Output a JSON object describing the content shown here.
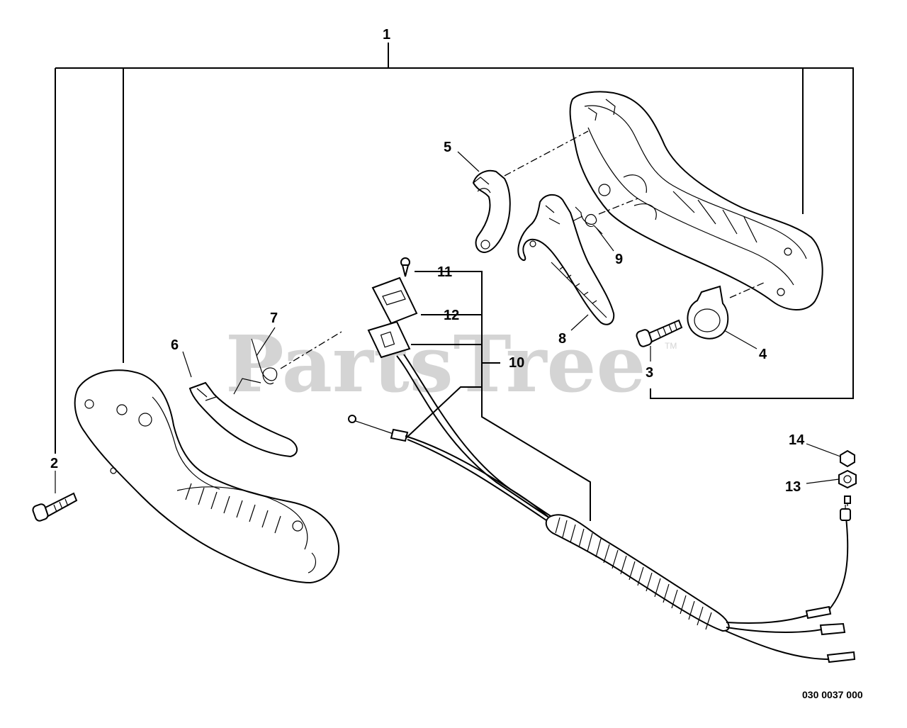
{
  "watermark": {
    "text": "PartsTree",
    "trademark": "TM"
  },
  "drawing_number": "030 0037 000",
  "callouts": {
    "c1": "1",
    "c2": "2",
    "c3": "3",
    "c4": "4",
    "c5": "5",
    "c6": "6",
    "c7": "7",
    "c8": "8",
    "c9": "9",
    "c10": "10",
    "c11": "11",
    "c12": "12",
    "c13": "13",
    "c14": "14"
  }
}
